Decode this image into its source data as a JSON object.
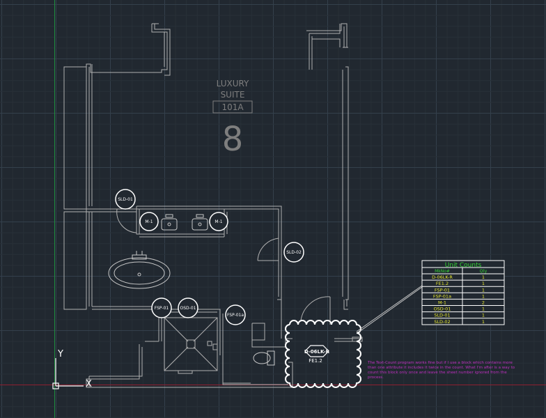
{
  "room": {
    "name_line1": "LUXURY",
    "name_line2": "SUITE",
    "number": "101A",
    "big_number": "8"
  },
  "tags": {
    "sld01": "SLD-01",
    "m1_left": "M-1",
    "m1_right": "M-1",
    "sld02": "SLD-02",
    "fsp01": "FSP-01",
    "osd01": "OSD-01",
    "fsp01a": "FSP-01a",
    "d06lkr": "D-06LK-R",
    "fe12": "FE1.2"
  },
  "unit_counts": {
    "title": "Unit Counts",
    "col_mark": "MkNo#",
    "col_qty": "Qty",
    "rows": [
      {
        "mark": "D-06LK-R",
        "qty": "1"
      },
      {
        "mark": "FE1.2",
        "qty": "1"
      },
      {
        "mark": "FSP-01",
        "qty": "1"
      },
      {
        "mark": "FSP-01a",
        "qty": "1"
      },
      {
        "mark": "M-1",
        "qty": "2"
      },
      {
        "mark": "OSD-01",
        "qty": "1"
      },
      {
        "mark": "SLD-01",
        "qty": "1"
      },
      {
        "mark": "SLD-02",
        "qty": "1"
      }
    ]
  },
  "note": {
    "line1": "The Text-Count program works fine but if I use a block which contains more",
    "line2": "than one attribute it includes it twice in the count. What I'm after is a way to",
    "line3": "count this block only once and leave the sheet number ignored from the",
    "line4": "process."
  },
  "ucs": {
    "y_label": "Y",
    "x_label": "X"
  },
  "colors": {
    "background": "#212830",
    "grid_minor": "#283038",
    "grid_major": "#34404c",
    "linework": "#c8c8c8",
    "walls": "#b0b0b0",
    "table_header": "#35d335",
    "table_rows": "#e8e830",
    "note_text": "#c030c0",
    "ucs_icon": "#ffffff",
    "axis_green": "#1f8f3f",
    "axis_red": "#8f1f2f"
  }
}
